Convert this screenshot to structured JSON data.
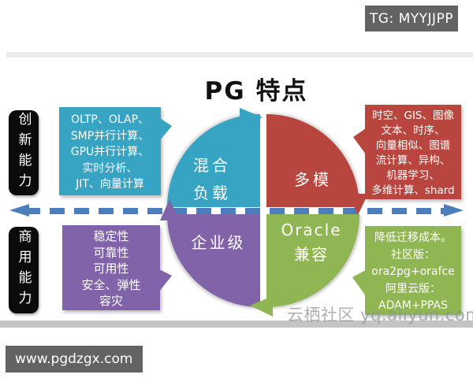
{
  "header": {
    "tg_badge": "TG: MYYJJPP"
  },
  "footer": {
    "site_badge": "www.pgdzgx.com",
    "watermark": "云栖社区 yq.aliyun.com"
  },
  "diagram": {
    "title": "PG 特点",
    "axis_labels": {
      "top": "创新能力",
      "bottom": "商用能力"
    },
    "quadrants": {
      "mixed_workload": {
        "line1": "混合",
        "line2": "负载"
      },
      "multi_model": {
        "line1": "多模"
      },
      "enterprise": {
        "line1": "企业级"
      },
      "oracle_compat": {
        "line1": "Oracle",
        "line2": "兼容"
      }
    },
    "callouts": {
      "innovation": {
        "lines": [
          "OLTP、OLAP、",
          "SMP并行计算、",
          "GPU并行计算、",
          "实时分析、",
          "JIT、向量计算"
        ]
      },
      "multi_model": {
        "lines": [
          "时空、GIS、图像",
          "文本、时序、",
          "向量相似、图谱",
          "流计算、异构、",
          "机器学习、",
          "多维计算、shard"
        ]
      },
      "commercial": {
        "lines": [
          "稳定性",
          "可靠性",
          "可用性",
          "安全、弹性",
          "容灾"
        ]
      },
      "oracle": {
        "lines": [
          "降低迁移成本。",
          "社区版：",
          "ora2pg+orafce",
          "阿里云版：",
          "ADAM+PPAS"
        ]
      }
    },
    "colors": {
      "teal": "#38a4c3",
      "red": "#b8463f",
      "purple": "#8063a9",
      "green": "#90b553",
      "axis_blue": "#4d7ebc",
      "label_black": "#0b0b0b",
      "badge_gray": "#636363"
    }
  }
}
